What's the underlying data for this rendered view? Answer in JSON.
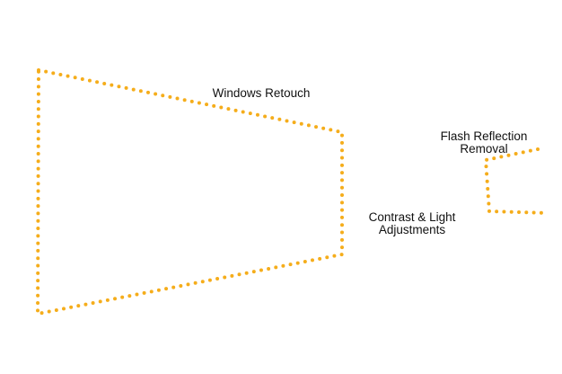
{
  "diagram": {
    "accent_color": "#f5ad1b",
    "labels": {
      "windows_retouch": "Windows Retouch",
      "contrast_line1": "Contrast & Light",
      "contrast_line2": "Adjustments",
      "flash_line1": "Flash Reflection",
      "flash_line2": "Removal"
    }
  }
}
